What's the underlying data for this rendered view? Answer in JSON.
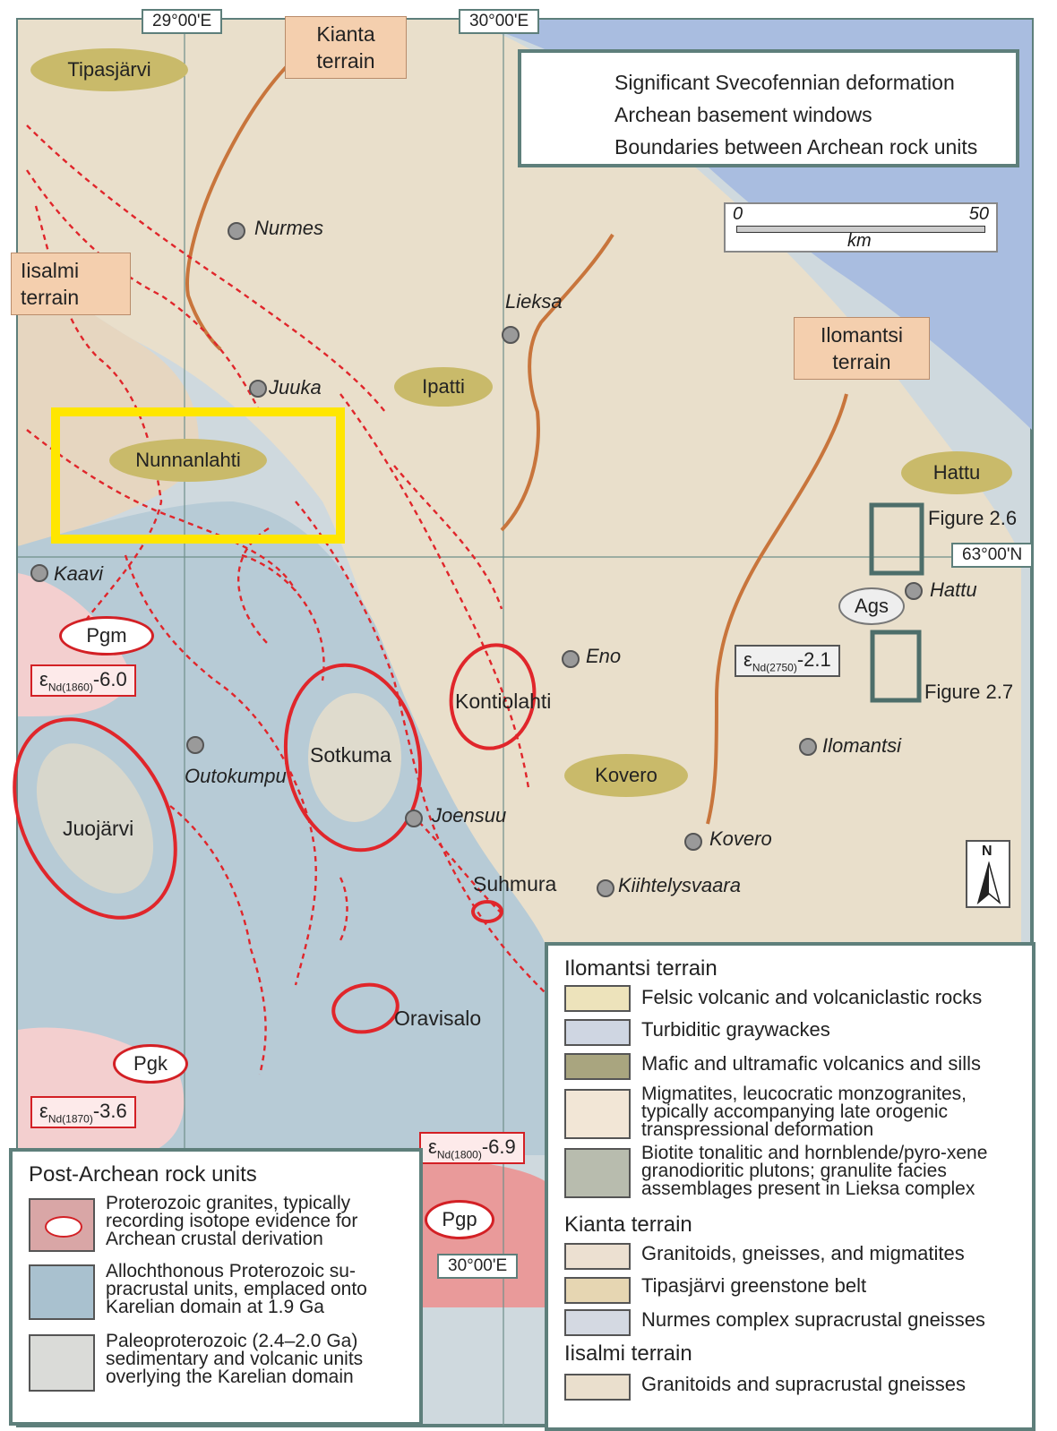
{
  "coords": {
    "lon_29": "29°00'E",
    "lon_30_top": "30°00'E",
    "lon_30_bottom": "30°00'E",
    "lat_63": "63°00'N"
  },
  "terrains": {
    "kianta": [
      "Kianta",
      "terrain"
    ],
    "iisalmi": [
      "Iisalmi",
      "terrain"
    ],
    "ilomantsi": [
      "Ilomantsi",
      "terrain"
    ]
  },
  "greenstone_belts": {
    "tipasjarvi": "Tipasjärvi",
    "ipatti": "Ipatti",
    "nunnanlahti": "Nunnanlahti",
    "hattu": "Hattu",
    "kovero": "Kovero",
    "ags": "Ags"
  },
  "towns": {
    "nurmes": "Nurmes",
    "lieksa": "Lieksa",
    "juuka": "Juuka",
    "kaavi": "Kaavi",
    "eno": "Eno",
    "hattu": "Hattu",
    "ilomantsi": "Ilomantsi",
    "outokumpu": "Outokumpu",
    "joensuu": "Joensuu",
    "kovero": "Kovero",
    "kiihtelysvaara": "Kiihtelysvaara"
  },
  "basement_windows": {
    "kontiolahti": "Kontiolahti",
    "sotkuma": "Sotkuma",
    "juojarvi": "Juojärvi",
    "suhmura": "Suhmura",
    "oravisalo": "Oravisalo"
  },
  "granites": {
    "pgm": "Pgm",
    "pgk": "Pgk",
    "pgp": "Pgp"
  },
  "epsilon": {
    "symbol": "ε",
    "nd1860": {
      "sub": "Nd(1860)",
      "value": "-6.0"
    },
    "nd1870": {
      "sub": "Nd(1870)",
      "value": "-3.6"
    },
    "nd1800": {
      "sub": "Nd(1800)",
      "value": "-6.9"
    },
    "nd2750": {
      "sub": "Nd(2750)",
      "value": "-2.1"
    }
  },
  "figures": {
    "fig26": "Figure 2.6",
    "fig27": "Figure 2.7"
  },
  "scale": {
    "zero": "0",
    "max": "50",
    "unit": "km"
  },
  "north": "N",
  "legend_top": {
    "deformation": "Significant Svecofennian deformation",
    "windows": "Archean basement windows",
    "boundaries": "Boundaries between Archean rock units"
  },
  "legend_ilomantsi": {
    "title": "Ilomantsi terrain",
    "items": [
      "Felsic volcanic and volcaniclastic rocks",
      "Turbiditic graywackes",
      "Mafic and ultramafic volcanics and sills",
      "Migmatites, leucocratic monzogranites, typically accompanying late orogenic transpressional deformation",
      "Biotite tonalitic and hornblende/pyro-xene granodioritic plutons; granulite facies assemblages present in Lieksa complex"
    ]
  },
  "legend_kianta": {
    "title": "Kianta terrain",
    "items": [
      "Granitoids, gneisses, and migmatites",
      "Tipasjärvi greenstone belt",
      "Nurmes complex supracrustal gneisses"
    ]
  },
  "legend_iisalmi": {
    "title": "Iisalmi terrain",
    "items": [
      "Granitoids and supracrustal gneisses"
    ]
  },
  "legend_post_archean": {
    "title": "Post-Archean rock units",
    "items": [
      "Proterozoic granites, typically recording isotope evidence for Archean crustal derivation",
      "Allochthonous Proterozoic su-pracrustal units, emplaced onto Karelian domain at 1.9 Ga",
      "Paleoproterozoic (2.4–2.0 Ga) sedimentary and volcanic units overlying the Karelian domain"
    ]
  },
  "colors": {
    "archean": "#e6dcc8",
    "proterozoic_supracrustal": "#b9cdd6",
    "granite_pink": "#f3c9c9",
    "sea": "#a9bde0",
    "deformation": "#e0262b",
    "boundary": "#c8753c",
    "frame": "#5e7f7b",
    "highlight": "#ffe600"
  }
}
